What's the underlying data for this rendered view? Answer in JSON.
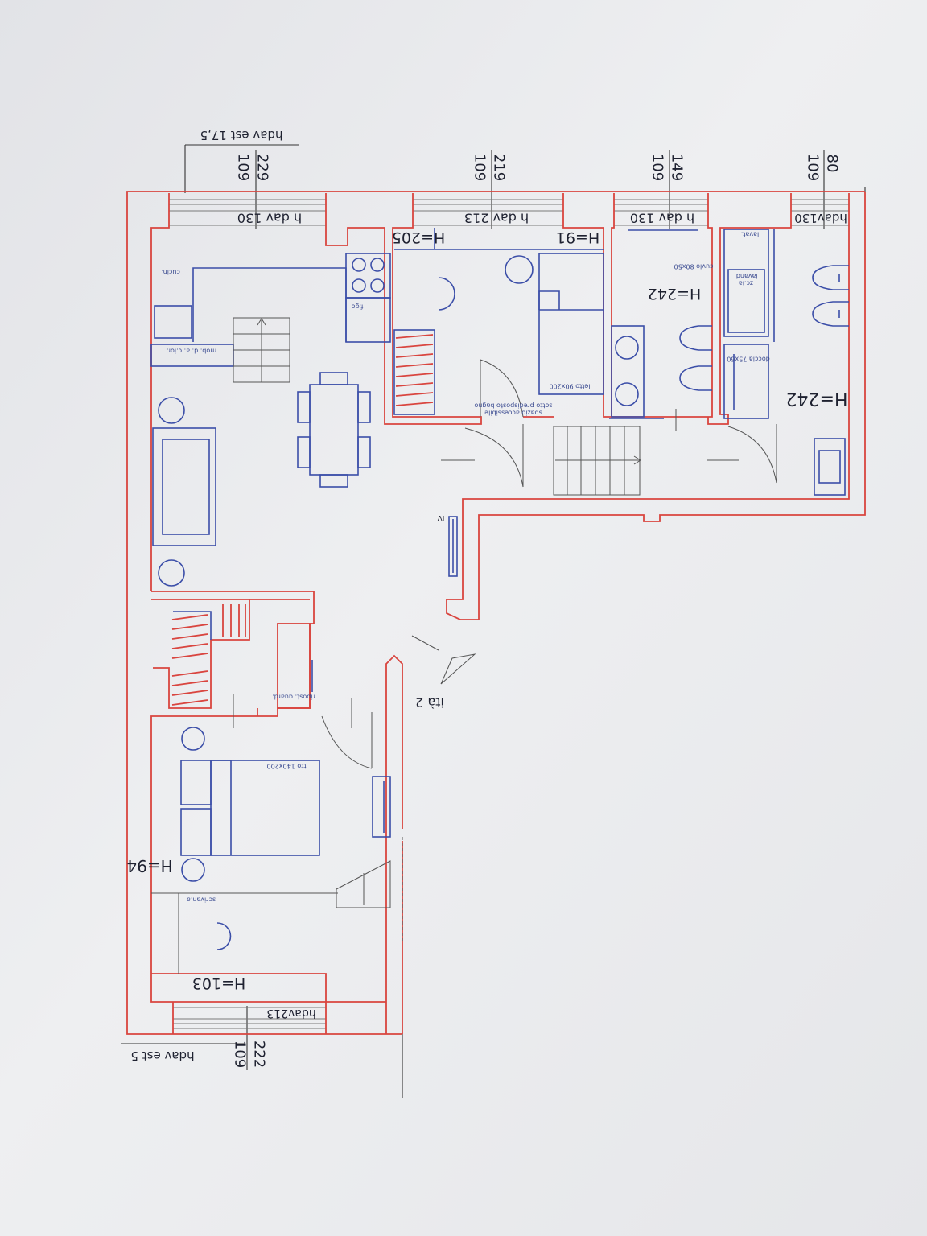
{
  "colors": {
    "wall": "#d9453f",
    "furniture": "#3b4ea8",
    "dimension": "#333333",
    "window": "#7a7a7a",
    "door": "#555555",
    "ink": "#1e2130",
    "small_text": "#3a4a90"
  },
  "labels": {
    "hdav_est_top": "hdav est 17,5",
    "dim1_a": "229",
    "dim1_b": "109",
    "dim2_a": "219",
    "dim2_b": "109",
    "dim3_a": "149",
    "dim3_b": "109",
    "dim4_a": "80",
    "dim4_b": "109",
    "win1": "h dav 130",
    "win2": "h dav 213",
    "win3": "h dav 130",
    "win4": "hdav130",
    "h_205": "H=205",
    "h_91": "H=91",
    "h_242_a": "H=242",
    "h_242_b": "H=242",
    "h_94": "H=94",
    "h_103": "H=103",
    "win_bottom": "hdav213",
    "hdav_est_bottom": "hdav est 5",
    "dim5_a": "222",
    "dim5_b": "109",
    "unit": "ità 2",
    "iv": "IV"
  },
  "small_labels": {
    "kitchen": "cucin.",
    "fridge": "f.go",
    "cabinet": "mob. d. a. c.ior.",
    "bed_single": "letto 90x200",
    "under_note_1": "sotto predisposto bagno",
    "under_note_2": "spazio accessibile",
    "bath1_note": "cuvlo 80x50",
    "bath2_cabinet": "lavand.",
    "bath2_cabinet_b": "zc.ia",
    "bath2_top": "lavat.",
    "shower": "doccia 75x60",
    "bed_double": "tto 140x200",
    "desk": "scrivan.a",
    "closet": "ripost. guard."
  }
}
